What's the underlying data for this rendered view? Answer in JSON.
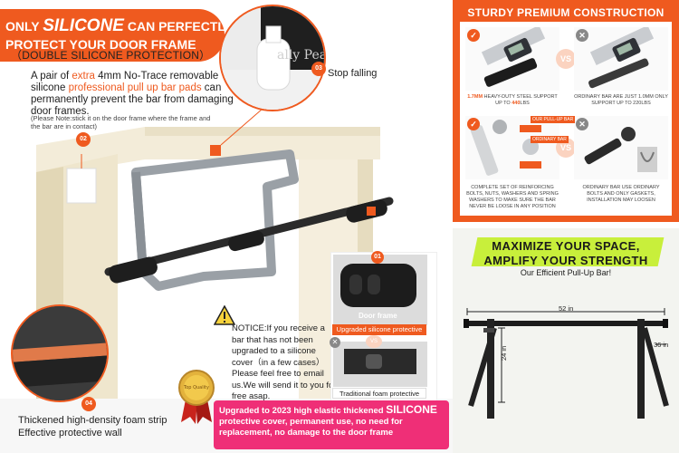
{
  "left": {
    "banner": {
      "prefix": "ONLY",
      "highlight": "SILICONE",
      "suffix": "CAN PERFECTLY",
      "line2": "PROTECT YOUR DOOR FRAME",
      "line3": "（DOUBLE SILICONE PROTECTION）"
    },
    "pair_text": {
      "p1": "A pair of ",
      "p2": "extra",
      "p3": " 4mm No-Trace removable silicone ",
      "p4": "professional pull up bar pads",
      "p5": " can permanently prevent the bar from damaging door frames."
    },
    "note_small": "(Please Note:stick it on the door frame where the frame and the bar are in contact)",
    "stop_label": "Stop falling",
    "badges": {
      "b1": "01",
      "b2": "02",
      "b3": "03",
      "b4": "04"
    },
    "thick_text": "Thickened high-density foam strip Effective protective wall",
    "callout_text": "NOTICE:If you receive a bar that has not been upgraded to a silicone cover（in a few cases） Please feel free to email us.We will send it to you for free asap.",
    "door_frame": "Door frame",
    "upgraded_caption": "Upgraded silicone protective",
    "traditional_caption": "Traditional foam protective",
    "vs": "VS",
    "pink": {
      "lead": "Upgraded to 2023 high elastic thickened ",
      "big": "SILICONE",
      "rest": " protective cover, permanent use, no need for replacement,  no damage to the door frame"
    },
    "medal_text": "Top Quality",
    "logo_text": "ally Pea"
  },
  "right_top": {
    "title": "STURDY PREMIUM CONSTRUCTION",
    "vs1": "VS",
    "vs2": "VS",
    "cap1a": "1.7MM",
    "cap1b": " HEAVY-DUTY STEEL SUPPORT UP TO ",
    "cap1c": "440",
    "cap1d": "LBS",
    "cap2": "ORDINARY BAR ARE JUST 1.0MM ONLY SUPPORT UP TO 220LBS",
    "cap3": "COMPLETE SET OF REINFORCING BOLTS, NUTS, WASHERS AND SPRING WASHERS TO MAKE SURE THE BAR NEVER BE LOOSE IN ANY POSITION",
    "cap4": "ORDINARY BAR USE ORDINARY BOLTS AND ONLY GASKETS, INSTALLATION MAY LOOSEN",
    "tag1": "OUR PULL-UP BAR",
    "tag2": "ORDINARY BAR"
  },
  "right_bottom": {
    "title1": "MAXIMIZE YOUR SPACE,",
    "title2": "AMPLIFY YOUR STRENGTH",
    "subtitle": "Our Efficient Pull-Up Bar!",
    "dim_width": "52 in",
    "dim_height": "24 in",
    "dim_depth": "36 in"
  },
  "colors": {
    "brand_orange": "#ef5a1f",
    "pink": "#ef2f77",
    "lime": "#c8ef3b"
  }
}
